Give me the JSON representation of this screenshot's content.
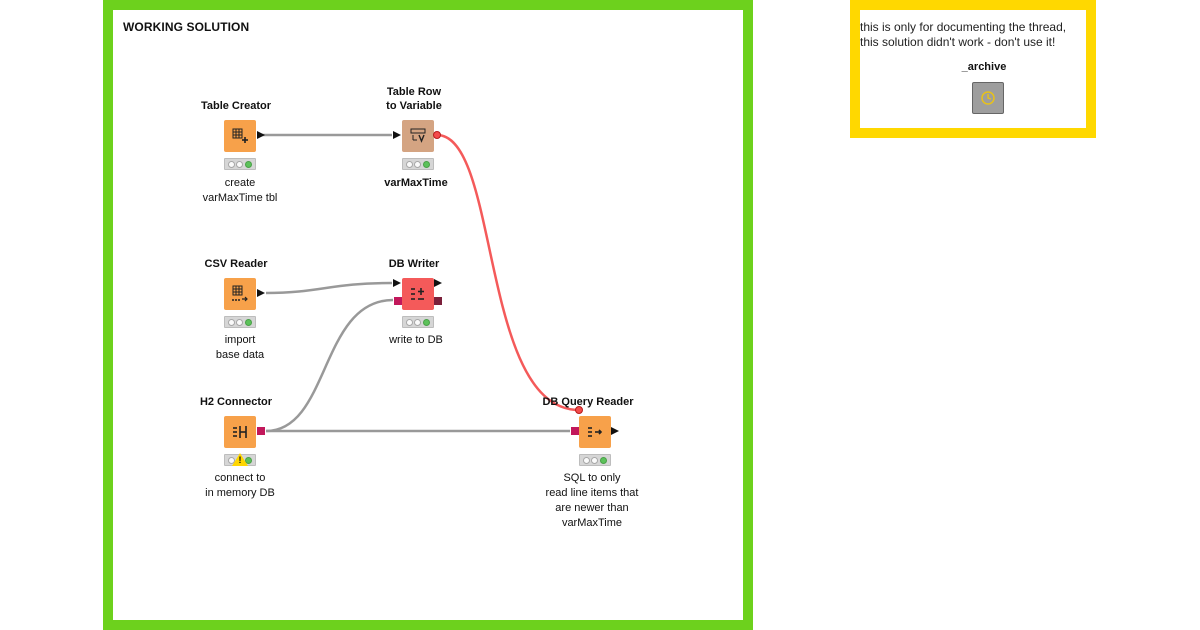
{
  "annotations": {
    "green_title": "WORKING SOLUTION",
    "green_color": "#6dd11d",
    "yellow_note_line1": "this is only for documenting the thread,",
    "yellow_note_line2": "this solution didn't work - don't use it!",
    "yellow_color": "#ffd800"
  },
  "nodes": {
    "table_creator": {
      "title": "Table Creator",
      "desc1": "create",
      "desc2": "varMaxTime tbl",
      "icon": "table-plus-icon"
    },
    "table_row_to_variable": {
      "title1": "Table Row",
      "title2": "to Variable",
      "desc": "varMaxTime",
      "icon": "row-to-variable-icon"
    },
    "csv_reader": {
      "title": "CSV Reader",
      "desc1": "import",
      "desc2": "base data",
      "icon": "csv-table-icon"
    },
    "db_writer": {
      "title": "DB Writer",
      "desc": "write to DB",
      "icon": "db-write-icon"
    },
    "h2_connector": {
      "title": "H2 Connector",
      "desc1": "connect to",
      "desc2": "in memory DB",
      "icon": "db-connector-icon",
      "warning": "!"
    },
    "db_query_reader": {
      "title": "DB Query Reader",
      "desc1": "SQL to only",
      "desc2": "read line items that",
      "desc3": "are newer than",
      "desc4": "varMaxTime",
      "icon": "db-query-icon"
    },
    "archive": {
      "title": "_archive",
      "icon": "metanode-icon"
    }
  },
  "colors": {
    "orange_node": "#f7a14a",
    "brown_node": "#d4a482",
    "red_node": "#f45a5a",
    "data_wire": "#999999",
    "variable_wire": "#f45a5a"
  }
}
